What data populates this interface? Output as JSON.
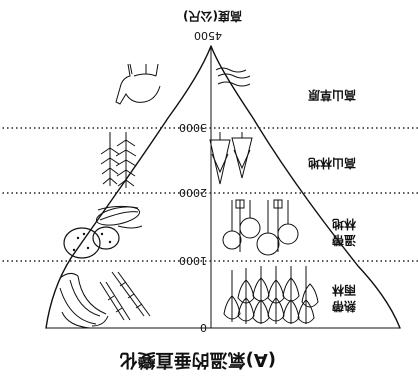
{
  "title": "(A)氣溫的垂直變化",
  "axis_label": "高度(公尺)",
  "tick_labels": [
    "0",
    "1000",
    "2000",
    "3000",
    "4500"
  ],
  "zones": [
    {
      "label_line1": "熱帶",
      "label_line2": "雨林"
    },
    {
      "label_line1": "溫帶",
      "label_line2": "林地"
    },
    {
      "label_line1": "高山林地",
      "label_line2": ""
    },
    {
      "label_line1": "高山草原",
      "label_line2": ""
    }
  ],
  "icons": [
    "banana-icon",
    "sugarcane-icon",
    "tropical-tree-icon",
    "potato-icon",
    "corn-icon",
    "broadleaf-tree-icon",
    "pine-tree-icon",
    "conifer-tree-icon",
    "llama-icon",
    "grass-icon"
  ]
}
